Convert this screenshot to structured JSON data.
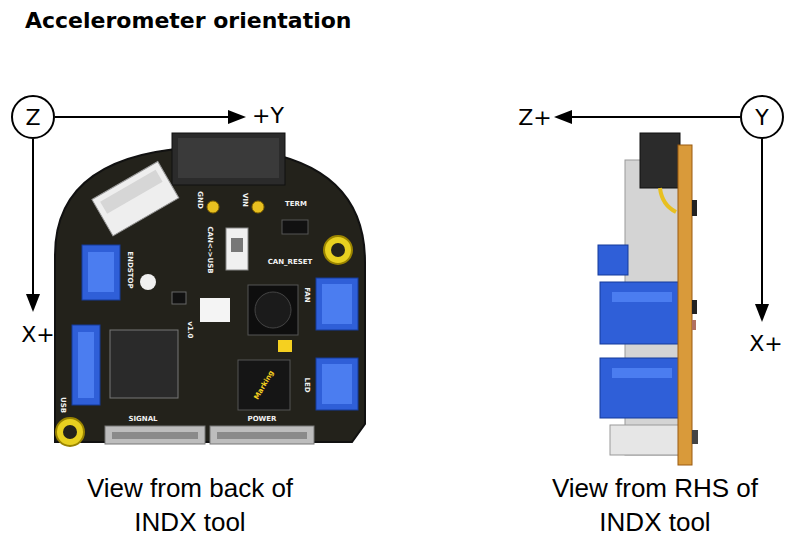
{
  "diagram": {
    "title": "Accelerometer orientation",
    "nodes": [
      {
        "text": [
          "Z"
        ]
      },
      {
        "text": [
          "Y"
        ]
      }
    ],
    "labels": [
      "+Y",
      "X+",
      "Z+",
      "X+",
      "View from back of INDX tool",
      "View from RHS of INDX tool",
      "GND",
      "VIN",
      "TERM",
      "CAN<->USB",
      "CAN_RESET",
      "ENDSTOP",
      "USB",
      "FAN",
      "LED",
      "SIGNAL",
      "POWER",
      "Marking",
      "v1.0"
    ]
  }
}
